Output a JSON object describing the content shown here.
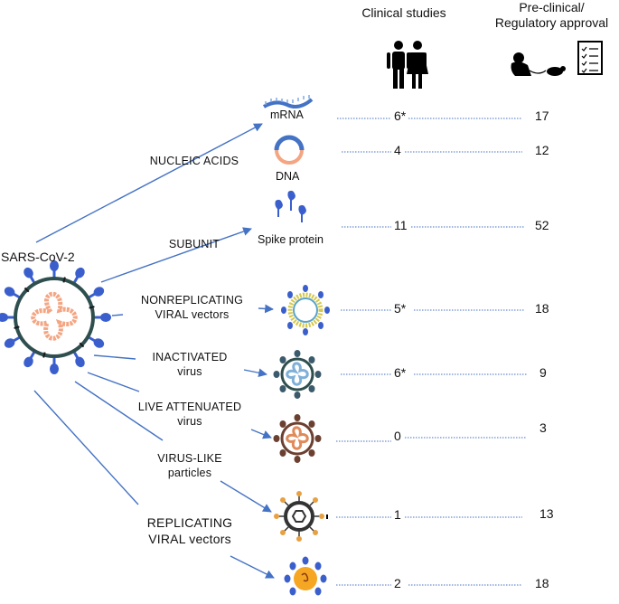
{
  "headers": {
    "clinical": "Clinical studies",
    "preclinical_line1": "Pre-clinical/",
    "preclinical_line2": "Regulatory approval"
  },
  "virus_label": "SARS-CoV-2",
  "categories": [
    {
      "line1": "NUCLEIC ACIDS",
      "line2": ""
    },
    {
      "line1": "SUBUNIT",
      "line2": ""
    },
    {
      "line1": "NONREPLICATING",
      "line2": "VIRAL vectors"
    },
    {
      "line1": "INACTIVATED",
      "line2": "virus"
    },
    {
      "line1": "LIVE ATTENUATED",
      "line2": "virus"
    },
    {
      "line1": "VIRUS-LIKE",
      "line2": "particles"
    },
    {
      "line1": "REPLICATING",
      "line2": "VIRAL vectors"
    }
  ],
  "rows": [
    {
      "sublabel": "mRNA",
      "clinical": "6*",
      "preclinical": "17"
    },
    {
      "sublabel": "DNA",
      "clinical": "4",
      "preclinical": "12"
    },
    {
      "sublabel": "Spike protein",
      "clinical": "11",
      "preclinical": "52"
    },
    {
      "sublabel": "",
      "clinical": "5*",
      "preclinical": "18"
    },
    {
      "sublabel": "",
      "clinical": "6*",
      "preclinical": "9"
    },
    {
      "sublabel": "",
      "clinical": "0",
      "preclinical": "3"
    },
    {
      "sublabel": "",
      "clinical": "1",
      "preclinical": "13"
    },
    {
      "sublabel": "",
      "clinical": "2",
      "preclinical": "18"
    }
  ],
  "colors": {
    "arrow": "#4472c4",
    "dotted": "#4472c4",
    "virus_ring": "#2f4f4f",
    "spike": "#3a5fcd",
    "rna": "#f4a582",
    "dna_orange": "#f4a582"
  },
  "icons": [
    "people-icon",
    "lab-animals-icon",
    "checklist-icon",
    "mrna-icon",
    "dna-plasmid-icon",
    "spike-protein-icon",
    "nonreplicating-vector-icon",
    "inactivated-virus-icon",
    "live-attenuated-virus-icon",
    "virus-like-particle-icon",
    "replicating-vector-icon",
    "sars-cov-2-virus-icon"
  ]
}
